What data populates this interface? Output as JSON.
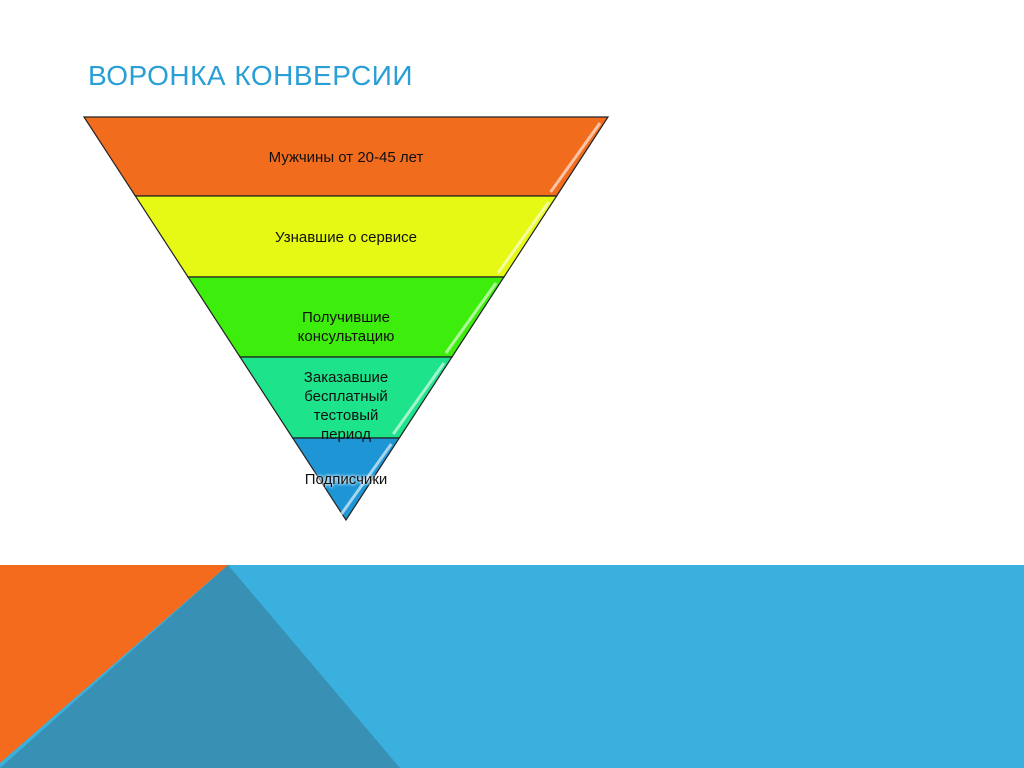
{
  "title": "ВОРОНКА КОНВЕРСИИ",
  "funnel": {
    "levels": [
      {
        "lines": [
          "Мужчины от 20-45 лет"
        ],
        "color": "#f26c1e"
      },
      {
        "lines": [
          "Узнавшие о сервисе"
        ],
        "color": "#e5f915"
      },
      {
        "lines": [
          "Получившие",
          "консультацию"
        ],
        "color": "#3ded0c"
      },
      {
        "lines": [
          "Заказавшие",
          "бесплатный",
          "тестовый",
          "период"
        ],
        "color": "#1de38a"
      },
      {
        "lines": [
          "Подписчики"
        ],
        "color": "#1e96d6"
      }
    ]
  },
  "theme": {
    "orange": "#f46b1e",
    "dark_blue": "#3891b5",
    "light_blue": "#3ab0de",
    "title_color": "#2a9fd6"
  }
}
